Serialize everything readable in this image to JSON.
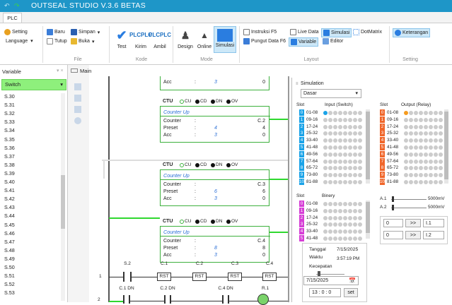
{
  "app": {
    "title": "OUTSEAL STUDIO V.3.6 BETAS",
    "tab": "PLC"
  },
  "ribbon": {
    "setting": "Setting",
    "language": "Language",
    "baru": "Baru",
    "tutup": "Tutup",
    "simpan": "Simpan",
    "buka": "Buka",
    "test": "Test",
    "kirim": "Kirim",
    "ambil": "Ambil",
    "design": "Design",
    "online": "Online",
    "simulasi": "Simulasi",
    "instruksi": "Instruksi F5",
    "pungut": "Pungut Data F6",
    "livedata": "Live Data",
    "variable": "Variable",
    "simulasi2": "Simulasi",
    "editor": "Editor",
    "dotmatrix": "DotMatrix",
    "keterangan": "Keterangan",
    "groups": {
      "file": "File",
      "kode": "Kode",
      "mode": "Mode",
      "layout": "Layout",
      "setting": "Setting"
    },
    "plc": "PLC"
  },
  "variable_panel": {
    "title": "Variable",
    "pin": "▾ ×",
    "selected": "Switch",
    "items": [
      "S.30",
      "S.31",
      "S.32",
      "S.33",
      "S.34",
      "S.35",
      "S.36",
      "S.37",
      "S.38",
      "S.39",
      "S.40",
      "S.41",
      "S.42",
      "S.43",
      "S.44",
      "S.45",
      "S.46",
      "S.47",
      "S.48",
      "S.49",
      "S.50",
      "S.51",
      "S.52",
      "S.53"
    ]
  },
  "main_tab": "Main",
  "ladder": {
    "top_acc": {
      "label": "Acc",
      "colon": ":",
      "val": "3",
      "num": "0"
    },
    "counters": [
      {
        "head": "CTU",
        "title": "Counter Up",
        "counter": "C.2",
        "preset": "4",
        "preset_num": "4",
        "acc": "3",
        "acc_num": "0"
      },
      {
        "head": "CTU",
        "title": "Counter Up",
        "counter": "C.3",
        "preset": "6",
        "preset_num": "6",
        "acc": "3",
        "acc_num": "0"
      },
      {
        "head": "CTU",
        "title": "Counter Up",
        "counter": "C.4",
        "preset": "8",
        "preset_num": "8",
        "acc": "3",
        "acc_num": "0"
      }
    ],
    "labels": {
      "counter": "Counter",
      "preset": "Preset",
      "acc": "Acc",
      "colon": ":"
    },
    "flags": [
      "CU",
      "CD",
      "DN",
      "OV"
    ],
    "rung1": {
      "num": "1",
      "contact": "S.2",
      "coils": [
        "C.1",
        "C.2",
        "C.3",
        "C.4"
      ],
      "rst": "RST"
    },
    "rung2": {
      "num": "2",
      "contacts": [
        "C.1 DN",
        "C.2 DN",
        "C.4 DN",
        "R.1"
      ]
    }
  },
  "sim": {
    "title": "Simulation",
    "mode": "Dasar",
    "input_header": "Input (Switch)",
    "output_header": "Output (Relay)",
    "slot": "Slot",
    "binary_header": "Binery",
    "slot_rows": [
      {
        "n": "0",
        "r": "01-08"
      },
      {
        "n": "1",
        "r": "09-16"
      },
      {
        "n": "2",
        "r": "17-24"
      },
      {
        "n": "3",
        "r": "25-32"
      },
      {
        "n": "4",
        "r": "33-40"
      },
      {
        "n": "5",
        "r": "41-48"
      },
      {
        "n": "6",
        "r": "49-56"
      },
      {
        "n": "7",
        "r": "57-64"
      },
      {
        "n": "8",
        "r": "65-72"
      },
      {
        "n": "9",
        "r": "73-80"
      },
      {
        "n": "10",
        "r": "81-88"
      }
    ],
    "binary_rows": [
      {
        "n": "0",
        "r": "01-08"
      },
      {
        "n": "1",
        "r": "09-16"
      },
      {
        "n": "2",
        "r": "17-24"
      },
      {
        "n": "3",
        "r": "25-32"
      },
      {
        "n": "4",
        "r": "33-40"
      },
      {
        "n": "5",
        "r": "41-48"
      }
    ],
    "analog": [
      {
        "name": "A.1",
        "value": "5000mV"
      },
      {
        "name": "A.2",
        "value": "5000mV"
      }
    ],
    "int_rows": [
      {
        "val": "0",
        "btn": ">>",
        "name": "I.1"
      },
      {
        "val": "0",
        "btn": ">>",
        "name": "I.2"
      }
    ],
    "tanggal_label": "Tanggal",
    "tanggal": "7/15/2025",
    "waktu_label": "Waktu",
    "waktu": "3:57:19 PM",
    "kecepatan": "Kecepatan",
    "date_input": "7/15/2025",
    "h": "13",
    "m": "0",
    "s": "0",
    "set": "set",
    "colors": {
      "input": "#1aa3e8",
      "output": "#f0662a",
      "binary": "#d63fd6",
      "led_on_input": "#1aa3e8",
      "led_on_output": "#f59b1e"
    }
  }
}
